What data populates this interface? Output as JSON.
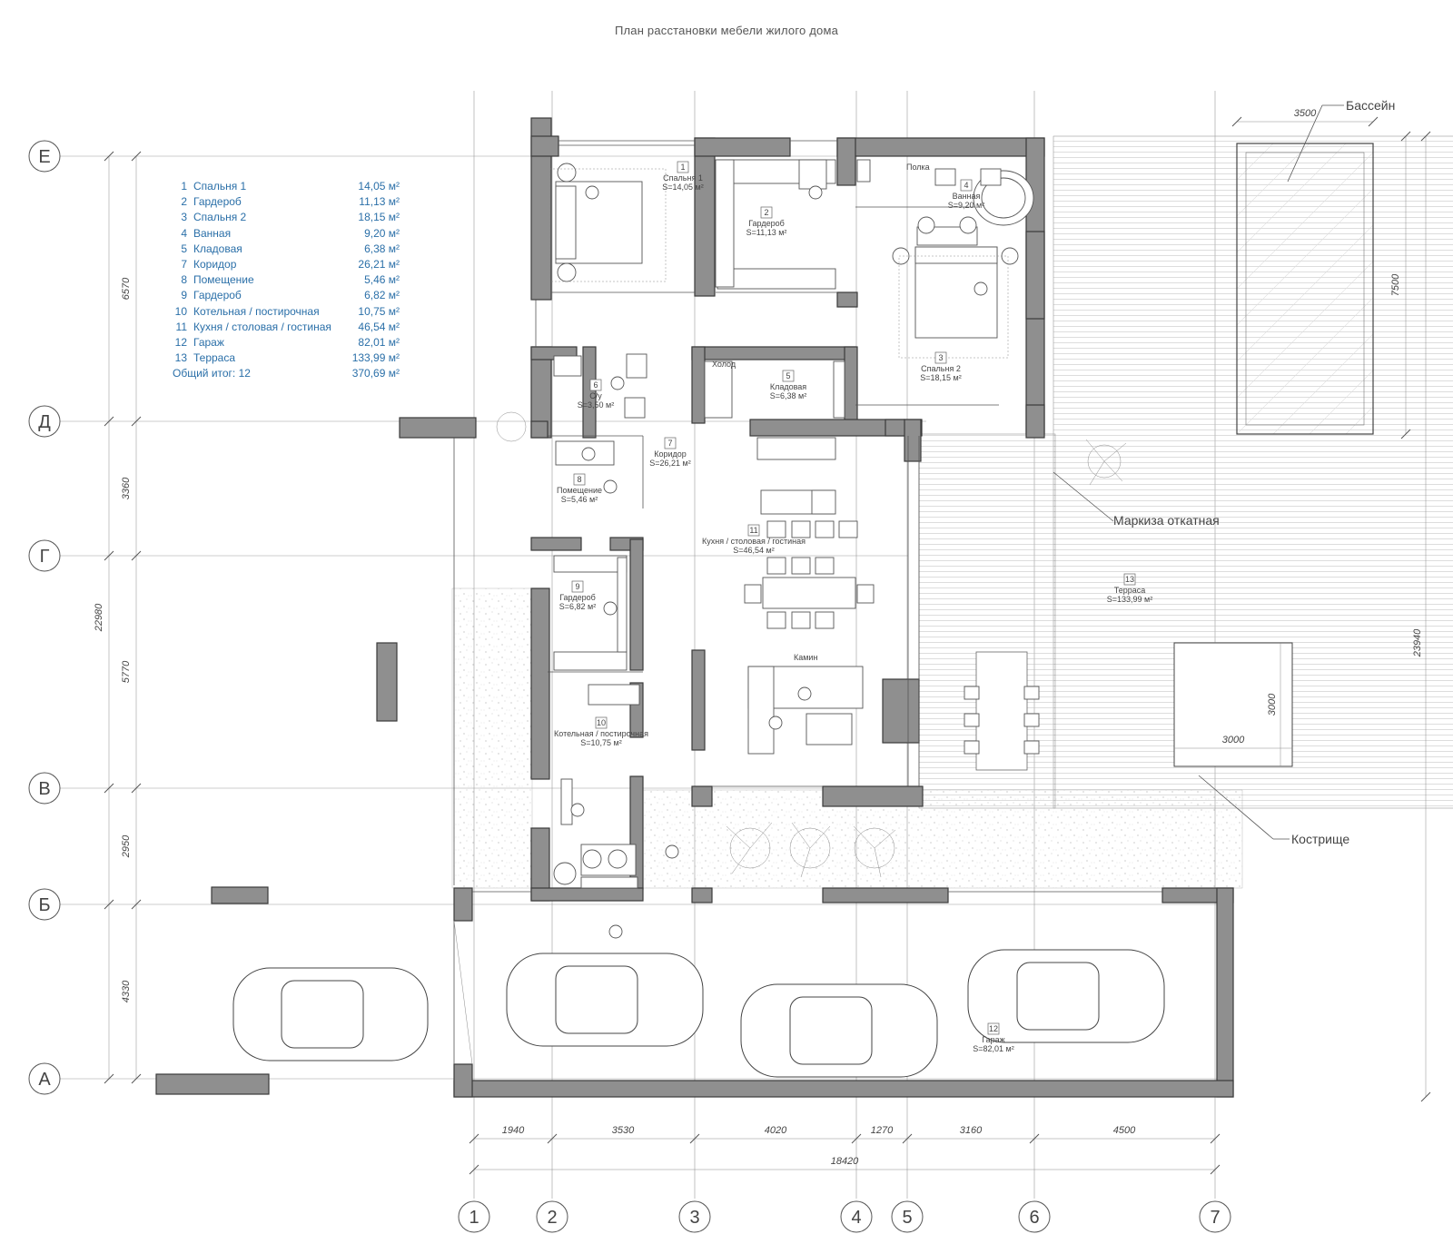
{
  "title": "План расстановки мебели жилого дома",
  "legend": {
    "items": [
      {
        "num": "1",
        "name": "Спальня 1",
        "area": "14,05 м²"
      },
      {
        "num": "2",
        "name": "Гардероб",
        "area": "11,13 м²"
      },
      {
        "num": "3",
        "name": "Спальня 2",
        "area": "18,15 м²"
      },
      {
        "num": "4",
        "name": "Ванная",
        "area": "9,20 м²"
      },
      {
        "num": "5",
        "name": "Кладовая",
        "area": "6,38 м²"
      },
      {
        "num": "7",
        "name": "Коридор",
        "area": "26,21 м²"
      },
      {
        "num": "8",
        "name": "Помещение",
        "area": "5,46 м²"
      },
      {
        "num": "9",
        "name": "Гардероб",
        "area": "6,82 м²"
      },
      {
        "num": "10",
        "name": "Котельная / постирочная",
        "area": "10,75 м²"
      },
      {
        "num": "11",
        "name": "Кухня / столовая / гостиная",
        "area": "46,54 м²"
      },
      {
        "num": "12",
        "name": "Гараж",
        "area": "82,01 м²"
      },
      {
        "num": "13",
        "name": "Терраса",
        "area": "133,99 м²"
      }
    ],
    "total_label": "Общий итог: 12",
    "total_area": "370,69 м²"
  },
  "axes": {
    "rows": [
      "Е",
      "Д",
      "Г",
      "В",
      "Б",
      "А"
    ],
    "cols": [
      "1",
      "2",
      "3",
      "4",
      "5",
      "6",
      "7"
    ]
  },
  "dimensions": {
    "left": [
      "6570",
      "3360",
      "5770",
      "2950",
      "4330"
    ],
    "left_total": "22980",
    "bottom": [
      "1940",
      "3530",
      "4020",
      "1270",
      "3160",
      "4500"
    ],
    "bottom_total": "18420",
    "right_total": "23940",
    "pool_width": "3500",
    "pool_length": "7500",
    "firepit_w": "3000",
    "firepit_h": "3000"
  },
  "callouts": {
    "pool": "Бассейн",
    "awning": "Маркиза откатная",
    "firepit": "Кострище"
  },
  "rooms": {
    "r1": {
      "num": "1",
      "name": "Спальня 1",
      "area": "S=14,05 м²"
    },
    "r2": {
      "num": "2",
      "name": "Гардероб",
      "area": "S=11,13 м²"
    },
    "r3": {
      "num": "3",
      "name": "Спальня 2",
      "area": "S=18,15 м²"
    },
    "r4": {
      "num": "4",
      "name": "Ванная",
      "area": "S=9,20 м²"
    },
    "r5": {
      "num": "5",
      "name": "Кладовая",
      "area": "S=6,38 м²"
    },
    "r6": {
      "num": "6",
      "name": "С/у",
      "area": "S=3,50 м²"
    },
    "r7": {
      "num": "7",
      "name": "Коридор",
      "area": "S=26,21 м²"
    },
    "r8": {
      "num": "8",
      "name": "Помещение",
      "area": "S=5,46 м²"
    },
    "r9": {
      "num": "9",
      "name": "Гардероб",
      "area": "S=6,82 м²"
    },
    "r10": {
      "num": "10",
      "name": "Котельная / постирочная",
      "area": "S=10,75 м²"
    },
    "r11": {
      "num": "11",
      "name": "Кухня / столовая / гостиная",
      "area": "S=46,54 м²"
    },
    "r12": {
      "num": "12",
      "name": "Гараж",
      "area": "S=82,01 м²"
    },
    "r13": {
      "num": "13",
      "name": "Терраса",
      "area": "S=133,99 м²"
    }
  },
  "labels": {
    "shelf": "Полка",
    "fridge": "Холод",
    "fireplace": "Камин"
  }
}
